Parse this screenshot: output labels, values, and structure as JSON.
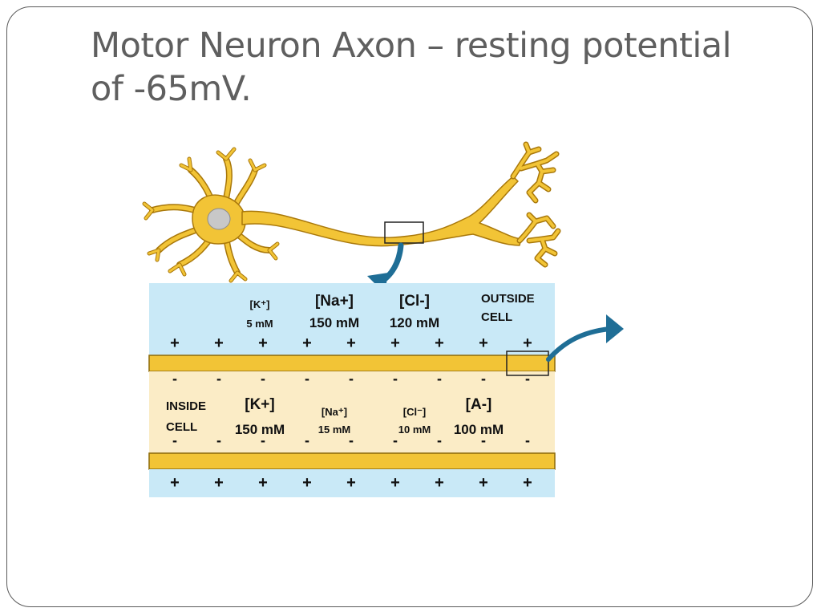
{
  "slide": {
    "title_line1": "Motor Neuron Axon – resting potential",
    "title_line2": "of -65mV."
  },
  "diagram": {
    "outside": {
      "label_line1": "OUTSIDE",
      "label_line2": "CELL",
      "ions": [
        {
          "ion": "[K⁺]",
          "conc": "5 mM"
        },
        {
          "ion": "[Na+]",
          "conc": "150 mM"
        },
        {
          "ion": "[Cl-]",
          "conc": "120 mM"
        }
      ]
    },
    "inside": {
      "label_line1": "INSIDE",
      "label_line2": "CELL",
      "ions": [
        {
          "ion": "[K+]",
          "conc": "150 mM"
        },
        {
          "ion": "[Na⁺]",
          "conc": "15 mM"
        },
        {
          "ion": "[Cl⁻]",
          "conc": "10 mM"
        },
        {
          "ion": "[A-]",
          "conc": "100 mM"
        }
      ]
    },
    "charges": {
      "positive": "+",
      "negative": "-"
    },
    "colors": {
      "outside_fluid": "#c9e9f7",
      "inside_fluid": "#fbecc6",
      "membrane": "#f2c436",
      "neuron": "#f2c436",
      "neuron_outline": "#a9780a",
      "nucleus": "#c8c8c8",
      "arrow": "#1f6e96",
      "charge": "#b3123d",
      "title_text": "#5f5f5f"
    }
  }
}
